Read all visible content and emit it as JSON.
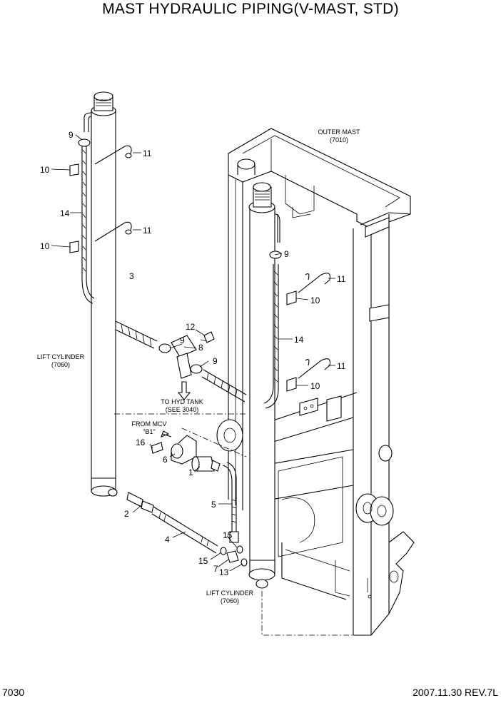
{
  "header": {
    "title": "MAST HYDRAULIC PIPING(V-MAST, STD)"
  },
  "footer": {
    "page_number": "7030",
    "date_rev": "2007.11.30  REV.7L"
  },
  "diagram": {
    "callouts": {
      "c9a": "9",
      "c11a": "11",
      "c10a": "10",
      "c14a": "14",
      "c11b": "11",
      "c10b": "10",
      "c3": "3",
      "c12": "12",
      "c9b": "9",
      "c8": "8",
      "c9c": "9",
      "c16": "16",
      "c6": "6",
      "c1": "1",
      "c2": "2",
      "c5": "5",
      "c4": "4",
      "c15a": "15",
      "c15b": "15",
      "c7": "7",
      "c13": "13",
      "c9d": "9",
      "c11c": "11",
      "c10c": "10",
      "c14b": "14",
      "c11d": "11",
      "c10d": "10"
    },
    "labels": {
      "outer_mast": "OUTER MAST",
      "outer_mast_ref": "(7010)",
      "lift_cyl_left": "LIFT CYLINDER",
      "lift_cyl_left_ref": "(7060)",
      "lift_cyl_right": "LIFT CYLINDER",
      "lift_cyl_right_ref": "(7060)",
      "hyd_tank": "TO HYD TANK",
      "hyd_tank_ref": "(SEE 3040)",
      "from_mcv": "FROM MCV",
      "from_mcv_ref": "\"B1\""
    }
  }
}
